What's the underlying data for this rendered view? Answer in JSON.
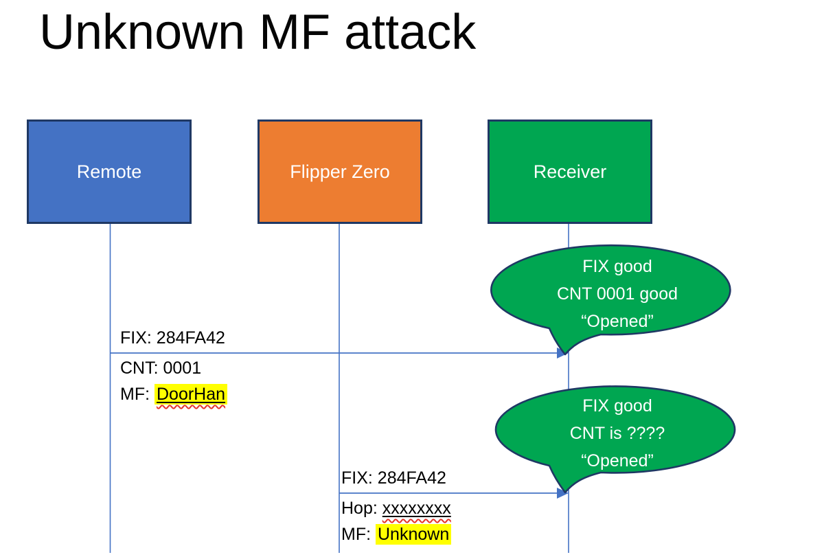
{
  "title": "Unknown MF attack",
  "colors": {
    "remote_fill": "#4472C4",
    "flipper_fill": "#ED7D31",
    "receiver_fill": "#00A651",
    "callout_fill": "#00A651",
    "shape_border": "#1F3864",
    "line_blue": "#4472C4",
    "highlight_yellow": "#FFFF00",
    "squiggle_red": "#E5342A",
    "text_black": "#000000",
    "text_white": "#FFFFFF"
  },
  "actors": [
    {
      "label": "Remote"
    },
    {
      "label": "Flipper Zero"
    },
    {
      "label": "Receiver"
    }
  ],
  "messages": [
    {
      "from": "Remote",
      "to": "Receiver",
      "line_above": {
        "prefix": "FIX: ",
        "value": "284FA42"
      },
      "lines_below": [
        {
          "prefix": "CNT: ",
          "value": "0001"
        },
        {
          "prefix": "MF: ",
          "value": "DoorHan",
          "highlight": true,
          "underline": true,
          "squiggle": true
        }
      ]
    },
    {
      "from": "Flipper Zero",
      "to": "Receiver",
      "line_above": {
        "prefix": "FIX: ",
        "value": "284FA42"
      },
      "lines_below": [
        {
          "prefix": "Hop: ",
          "value": "xxxxxxxx",
          "underline": true,
          "squiggle": true
        },
        {
          "prefix": "MF: ",
          "value": "Unknown",
          "highlight": true
        }
      ]
    }
  ],
  "callouts": [
    {
      "lines": [
        "FIX good",
        "CNT 0001 good",
        "“Opened”"
      ]
    },
    {
      "lines": [
        "FIX good",
        "CNT is ????",
        "“Opened”"
      ]
    }
  ]
}
